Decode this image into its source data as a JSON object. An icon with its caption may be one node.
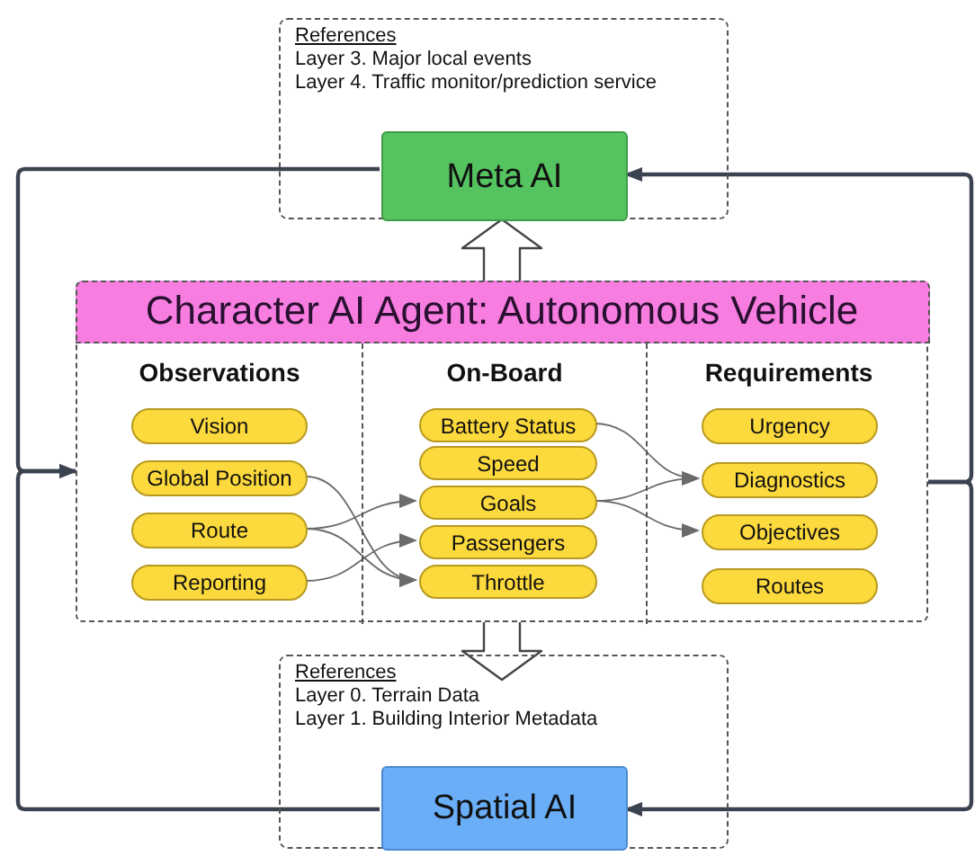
{
  "diagram": {
    "nodes": [
      {
        "text": [
          "References",
          "Layer 3. Major local events",
          "Layer 4. Traffic monitor/prediction service"
        ]
      },
      {
        "text": [
          "Meta AI"
        ],
        "in": 0
      },
      {
        "text": [
          "Character AI Agent: Autonomous Vehicle"
        ]
      },
      {
        "text": [
          "Observations"
        ],
        "in": 2
      },
      {
        "text": [
          "Vision"
        ],
        "in": 3
      },
      {
        "text": [
          "Global Position"
        ],
        "in": 3
      },
      {
        "text": [
          "Route"
        ],
        "in": 3
      },
      {
        "text": [
          "Reporting"
        ],
        "in": 3
      },
      {
        "text": [
          "On-Board"
        ],
        "in": 2
      },
      {
        "text": [
          "Battery Status"
        ],
        "in": 8
      },
      {
        "text": [
          "Speed"
        ],
        "in": 8
      },
      {
        "text": [
          "Goals"
        ],
        "in": 8
      },
      {
        "text": [
          "Passengers"
        ],
        "in": 8
      },
      {
        "text": [
          "Throttle"
        ],
        "in": 8
      },
      {
        "text": [
          "Requirements"
        ],
        "in": 2
      },
      {
        "text": [
          "Urgency"
        ],
        "in": 14
      },
      {
        "text": [
          "Diagnostics"
        ],
        "in": 14
      },
      {
        "text": [
          "Objectives"
        ],
        "in": 14
      },
      {
        "text": [
          "Routes"
        ],
        "in": 14
      },
      {
        "text": [
          "References",
          "Layer 0. Terrain Data",
          "Layer 1. Building Interior Metadata"
        ]
      },
      {
        "text": [
          "Spatial AI"
        ],
        "in": 19
      }
    ],
    "edges": [
      {
        "from": 1,
        "to": 2,
        "arrow": "to",
        "color": "#3b4250"
      },
      {
        "from": 20,
        "to": 2,
        "arrow": "to",
        "color": "#3b4250"
      },
      {
        "from": 2,
        "to": 1,
        "arrow": "to",
        "color": "#3b4250"
      },
      {
        "from": 2,
        "to": 20,
        "arrow": "to",
        "color": "#3b4250"
      },
      {
        "from": 2,
        "to": 1,
        "arrow": "to",
        "style": "thick"
      },
      {
        "from": 2,
        "to": 19,
        "arrow": "to",
        "style": "thick"
      },
      {
        "from": 5,
        "to": 13,
        "arrow": "to"
      },
      {
        "from": 6,
        "to": 11,
        "arrow": "to"
      },
      {
        "from": 6,
        "to": 13,
        "arrow": "to"
      },
      {
        "from": 7,
        "to": 12,
        "arrow": "to"
      },
      {
        "from": 9,
        "to": 16,
        "arrow": "to"
      },
      {
        "from": 11,
        "to": 16,
        "arrow": "to"
      },
      {
        "from": 11,
        "to": 17,
        "arrow": "to"
      }
    ]
  }
}
